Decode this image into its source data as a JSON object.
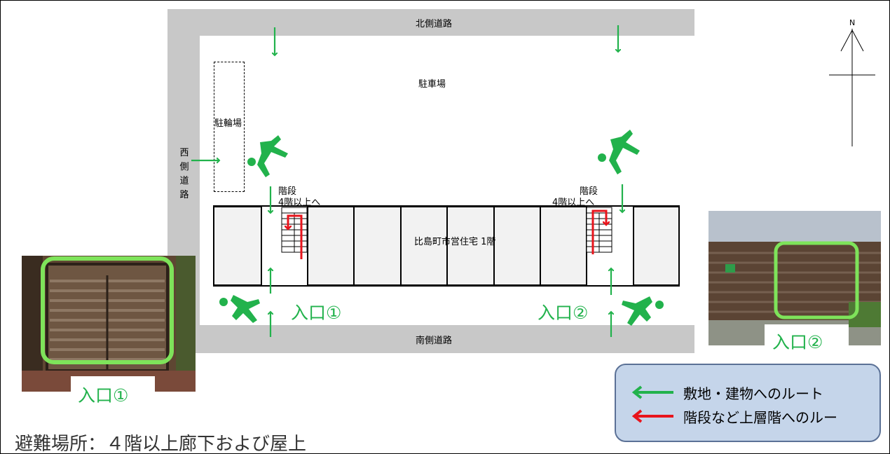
{
  "roads": {
    "north": "北側道路",
    "south": "南側道路",
    "west_chars": [
      "西",
      "側",
      "道",
      "路"
    ]
  },
  "areas": {
    "parking": "駐車場",
    "bicycle_parking": "駐輪場",
    "building": "比島町市営住宅  1階"
  },
  "stairs": [
    {
      "line1": "階段",
      "line2": "4階以上へ"
    },
    {
      "line1": "階段",
      "line2": "4階以上へ"
    }
  ],
  "entrances": {
    "entrance1": "入口①",
    "entrance2": "入口②"
  },
  "photos": [
    {
      "caption": "入口①"
    },
    {
      "caption": "入口②"
    }
  ],
  "compass": {
    "north": "N"
  },
  "legend": {
    "items": [
      {
        "color": "#22b24c",
        "text": "敷地・建物へのルート"
      },
      {
        "color": "#e8141c",
        "text": "階段など上層階へのルー"
      }
    ]
  },
  "footer": "避難場所：４階以上廊下および屋上",
  "colors": {
    "route_green": "#22b24c",
    "stair_red": "#e8141c",
    "road_gray": "#c8c8c8",
    "highlight_green": "#7ee35a"
  }
}
